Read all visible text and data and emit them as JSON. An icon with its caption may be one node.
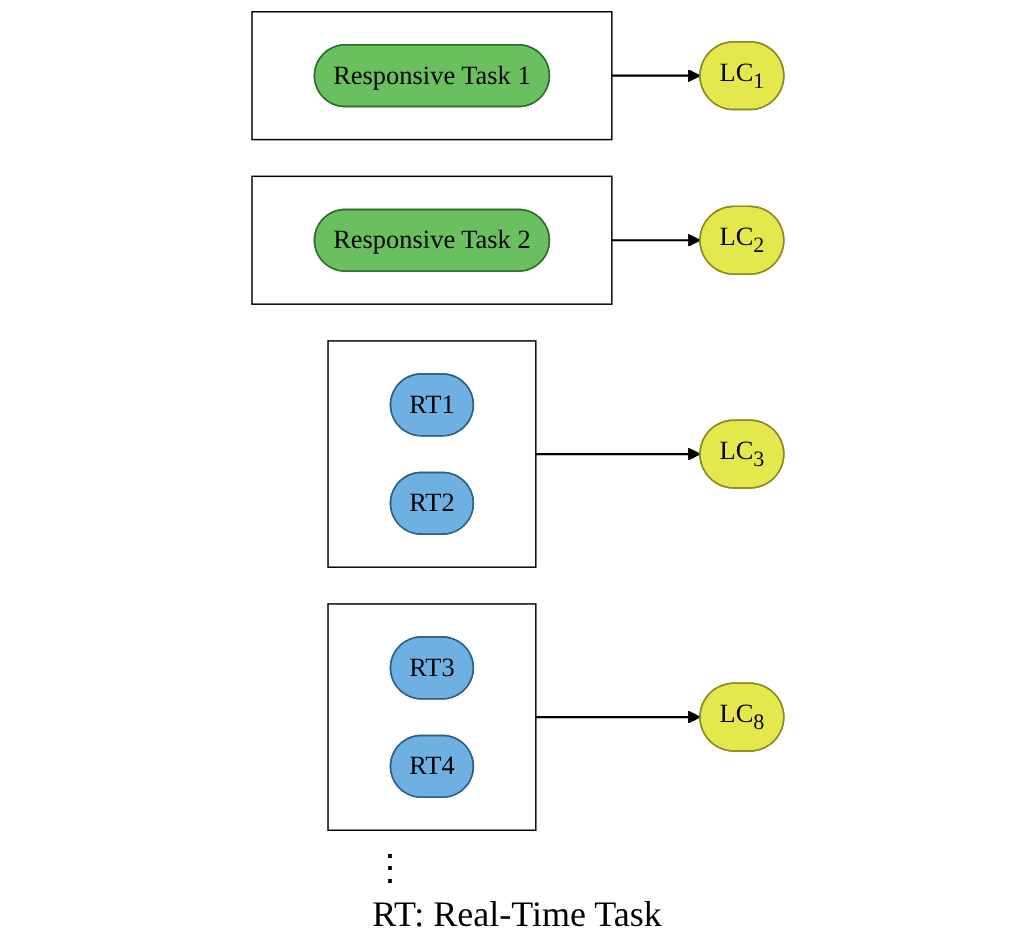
{
  "diagram": {
    "nodes": [
      {
        "text": [],
        "shape": "box"
      },
      {
        "text": [
          "Responsive Task 1"
        ],
        "in": 0
      },
      {
        "text": [
          "LC$_{1}$"
        ]
      },
      {
        "text": [],
        "shape": "box"
      },
      {
        "text": [
          "Responsive Task 2"
        ],
        "in": 3
      },
      {
        "text": [
          "LC$_{2}$"
        ]
      },
      {
        "text": [],
        "shape": "box"
      },
      {
        "text": [
          "RT1"
        ],
        "in": 6
      },
      {
        "text": [
          "RT2"
        ],
        "in": 6
      },
      {
        "text": [
          "LC$_{3}$"
        ]
      },
      {
        "text": [],
        "shape": "box"
      },
      {
        "text": [
          "RT3"
        ],
        "in": 10
      },
      {
        "text": [
          "RT4"
        ],
        "in": 10
      },
      {
        "text": [
          "LC$_{8}$"
        ]
      }
    ],
    "edges": [
      {
        "from": 0,
        "to": 2,
        "arrow": "to"
      },
      {
        "from": 3,
        "to": 5,
        "arrow": "to"
      },
      {
        "from": 6,
        "to": 9,
        "arrow": "to"
      },
      {
        "from": 10,
        "to": 13,
        "arrow": "to"
      }
    ],
    "labels": [
      "⋮",
      "RT: Real-Time Task"
    ]
  }
}
